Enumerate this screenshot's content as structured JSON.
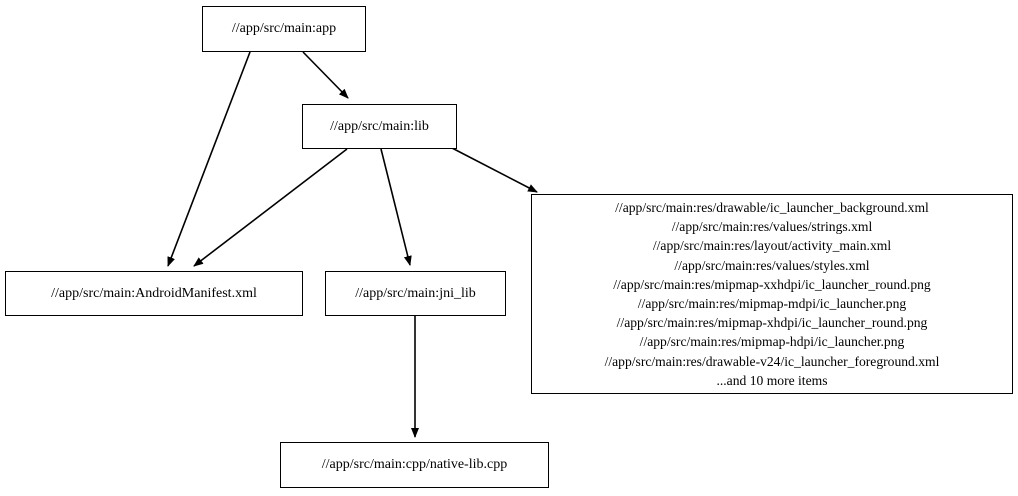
{
  "graph": {
    "type": "directed-dependency-graph",
    "background_color": "#ffffff",
    "line_color": "#000000",
    "node_border_color": "#000000",
    "node_fill_color": "#ffffff",
    "nodes": {
      "app": {
        "label": "//app/src/main:app"
      },
      "lib": {
        "label": "//app/src/main:lib"
      },
      "manifest": {
        "label": "//app/src/main:AndroidManifest.xml"
      },
      "jni_lib": {
        "label": "//app/src/main:jni_lib"
      },
      "native_lib": {
        "label": "//app/src/main:cpp/native-lib.cpp"
      },
      "res": {
        "lines": [
          "//app/src/main:res/drawable/ic_launcher_background.xml",
          "//app/src/main:res/values/strings.xml",
          "//app/src/main:res/layout/activity_main.xml",
          "//app/src/main:res/values/styles.xml",
          "//app/src/main:res/mipmap-xxhdpi/ic_launcher_round.png",
          "//app/src/main:res/mipmap-mdpi/ic_launcher.png",
          "//app/src/main:res/mipmap-xhdpi/ic_launcher_round.png",
          "//app/src/main:res/mipmap-hdpi/ic_launcher.png",
          "//app/src/main:res/drawable-v24/ic_launcher_foreground.xml",
          "...and 10 more items"
        ],
        "label": "//app/src/main:res/drawable/ic_launcher_background.xml\n//app/src/main:res/values/strings.xml\n//app/src/main:res/layout/activity_main.xml\n//app/src/main:res/values/styles.xml\n//app/src/main:res/mipmap-xxhdpi/ic_launcher_round.png\n//app/src/main:res/mipmap-mdpi/ic_launcher.png\n//app/src/main:res/mipmap-xhdpi/ic_launcher_round.png\n//app/src/main:res/mipmap-hdpi/ic_launcher.png\n//app/src/main:res/drawable-v24/ic_launcher_foreground.xml\n...and 10 more items"
      }
    },
    "edges": [
      {
        "from": "app",
        "to": "manifest"
      },
      {
        "from": "app",
        "to": "lib"
      },
      {
        "from": "lib",
        "to": "manifest"
      },
      {
        "from": "lib",
        "to": "jni_lib"
      },
      {
        "from": "lib",
        "to": "res"
      },
      {
        "from": "jni_lib",
        "to": "native_lib"
      }
    ]
  }
}
